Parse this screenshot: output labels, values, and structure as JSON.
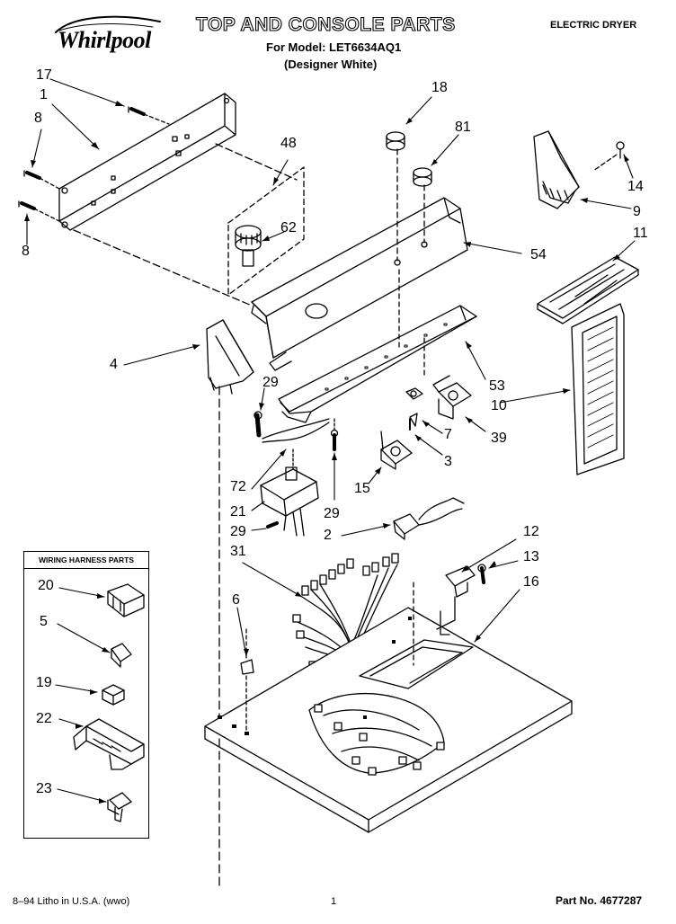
{
  "header": {
    "brand": "Whirlpool",
    "title": "TOP AND CONSOLE PARTS",
    "model_line": "For Model: LET6634AQ1",
    "color_line": "(Designer White)",
    "appliance": "ELECTRIC DRYER"
  },
  "callouts": [
    "17",
    "1",
    "8",
    "8",
    "48",
    "62",
    "18",
    "81",
    "14",
    "9",
    "54",
    "11",
    "4",
    "29",
    "53",
    "10",
    "7",
    "39",
    "3",
    "15",
    "72",
    "21",
    "29",
    "29",
    "2",
    "31",
    "12",
    "13",
    "16",
    "6"
  ],
  "wiring_box": {
    "title": "WIRING HARNESS PARTS",
    "callouts": [
      "20",
      "5",
      "19",
      "22",
      "23"
    ]
  },
  "footer": {
    "left": "8–94 Litho in U.S.A. (wwo)",
    "page": "1",
    "part_no": "Part No. 4677287"
  }
}
